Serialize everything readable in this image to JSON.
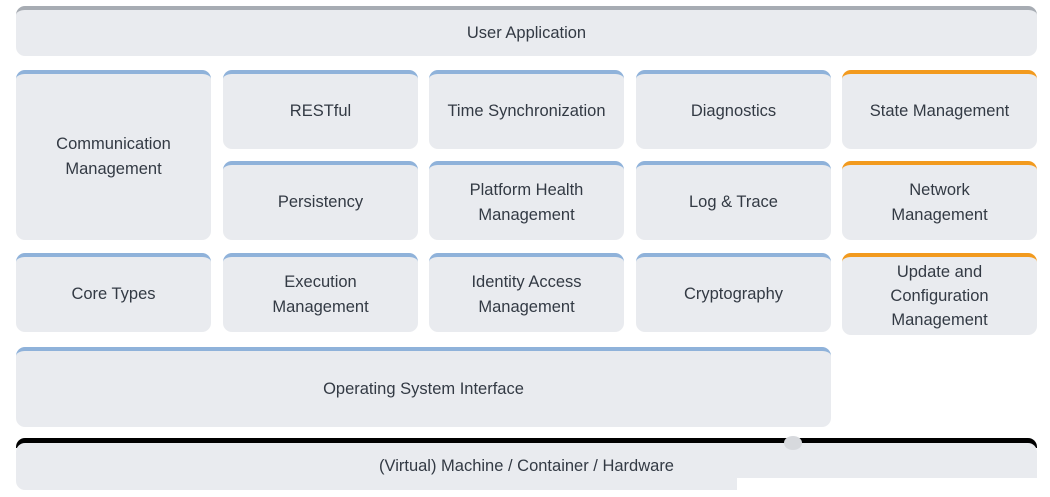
{
  "blocks": {
    "user_application": "User Application",
    "communication_management": [
      "Communication",
      "Management"
    ],
    "restful": "RESTful",
    "time_sync": "Time Synchronization",
    "diagnostics": "Diagnostics",
    "state_management": "State Management",
    "persistency": "Persistency",
    "platform_health": [
      "Platform Health",
      "Management"
    ],
    "log_trace": "Log & Trace",
    "network_management": [
      "Network",
      "Management"
    ],
    "core_types": "Core Types",
    "execution_management": [
      "Execution",
      "Management"
    ],
    "identity_access": [
      "Identity Access",
      "Management"
    ],
    "cryptography": "Cryptography",
    "update_config": [
      "Update and",
      "Configuration",
      "Management"
    ],
    "os_interface": "Operating System Interface",
    "hardware": "(Virtual) Machine / Container / Hardware"
  },
  "colors": {
    "block_fill": "#e9ebef",
    "accent_blue": "#8fb2da",
    "accent_orange": "#f29a1e",
    "text": "#333a44"
  }
}
